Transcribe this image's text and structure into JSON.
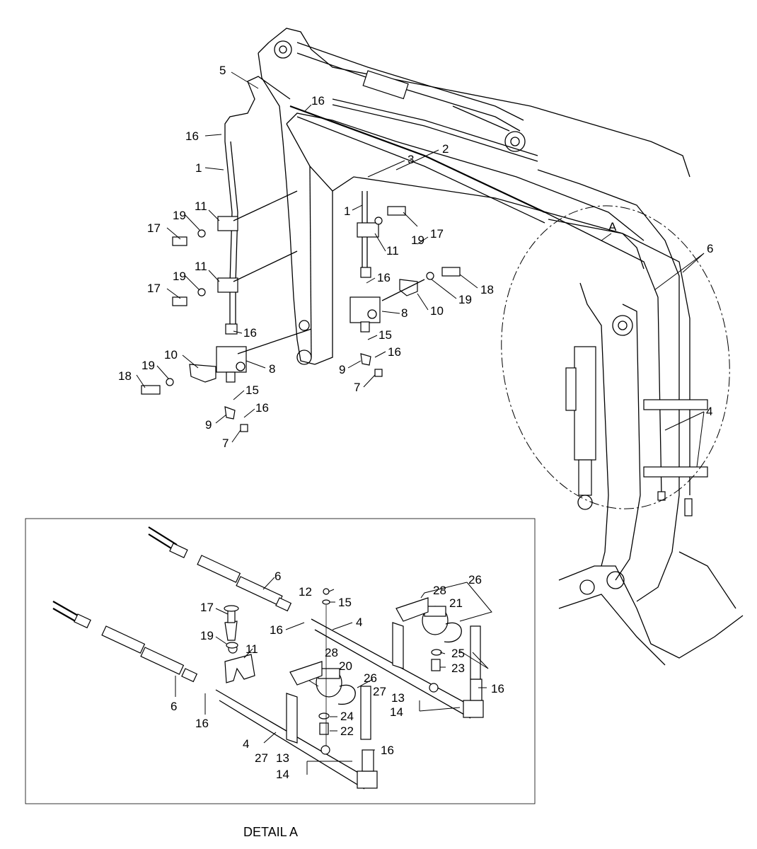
{
  "callouts": {
    "c1a": "1",
    "c1b": "1",
    "c2": "2",
    "c3": "3",
    "c4": "4",
    "c5": "5",
    "c6": "6",
    "c7a": "7",
    "c7b": "7",
    "c8a": "8",
    "c8b": "8",
    "c9a": "9",
    "c9b": "9",
    "c10a": "10",
    "c10b": "10",
    "c11a": "11",
    "c11b": "11",
    "c11c": "11",
    "c15a": "15",
    "c15b": "15",
    "c16a": "16",
    "c16b": "16",
    "c16c": "16",
    "c16d": "16",
    "c16e": "16",
    "c16f": "16",
    "c17a": "17",
    "c17b": "17",
    "c17c": "17",
    "c18a": "18",
    "c18b": "18",
    "c19a": "19",
    "c19b": "19",
    "c19c": "19",
    "c19d": "19",
    "cA": "A"
  },
  "detail": {
    "caption": "DETAIL A",
    "c4a": "4",
    "c4b": "4",
    "c6a": "6",
    "c6b": "6",
    "c11": "11",
    "c12": "12",
    "c13a": "13",
    "c13b": "13",
    "c14a": "14",
    "c14b": "14",
    "c15": "15",
    "c16a": "16",
    "c16b": "16",
    "c16c": "16",
    "c16d": "16",
    "c17": "17",
    "c19": "19",
    "c20": "20",
    "c21": "21",
    "c22": "22",
    "c23": "23",
    "c24": "24",
    "c25": "25",
    "c26a": "26",
    "c26b": "26",
    "c27a": "27",
    "c27b": "27",
    "c28a": "28",
    "c28b": "28"
  }
}
